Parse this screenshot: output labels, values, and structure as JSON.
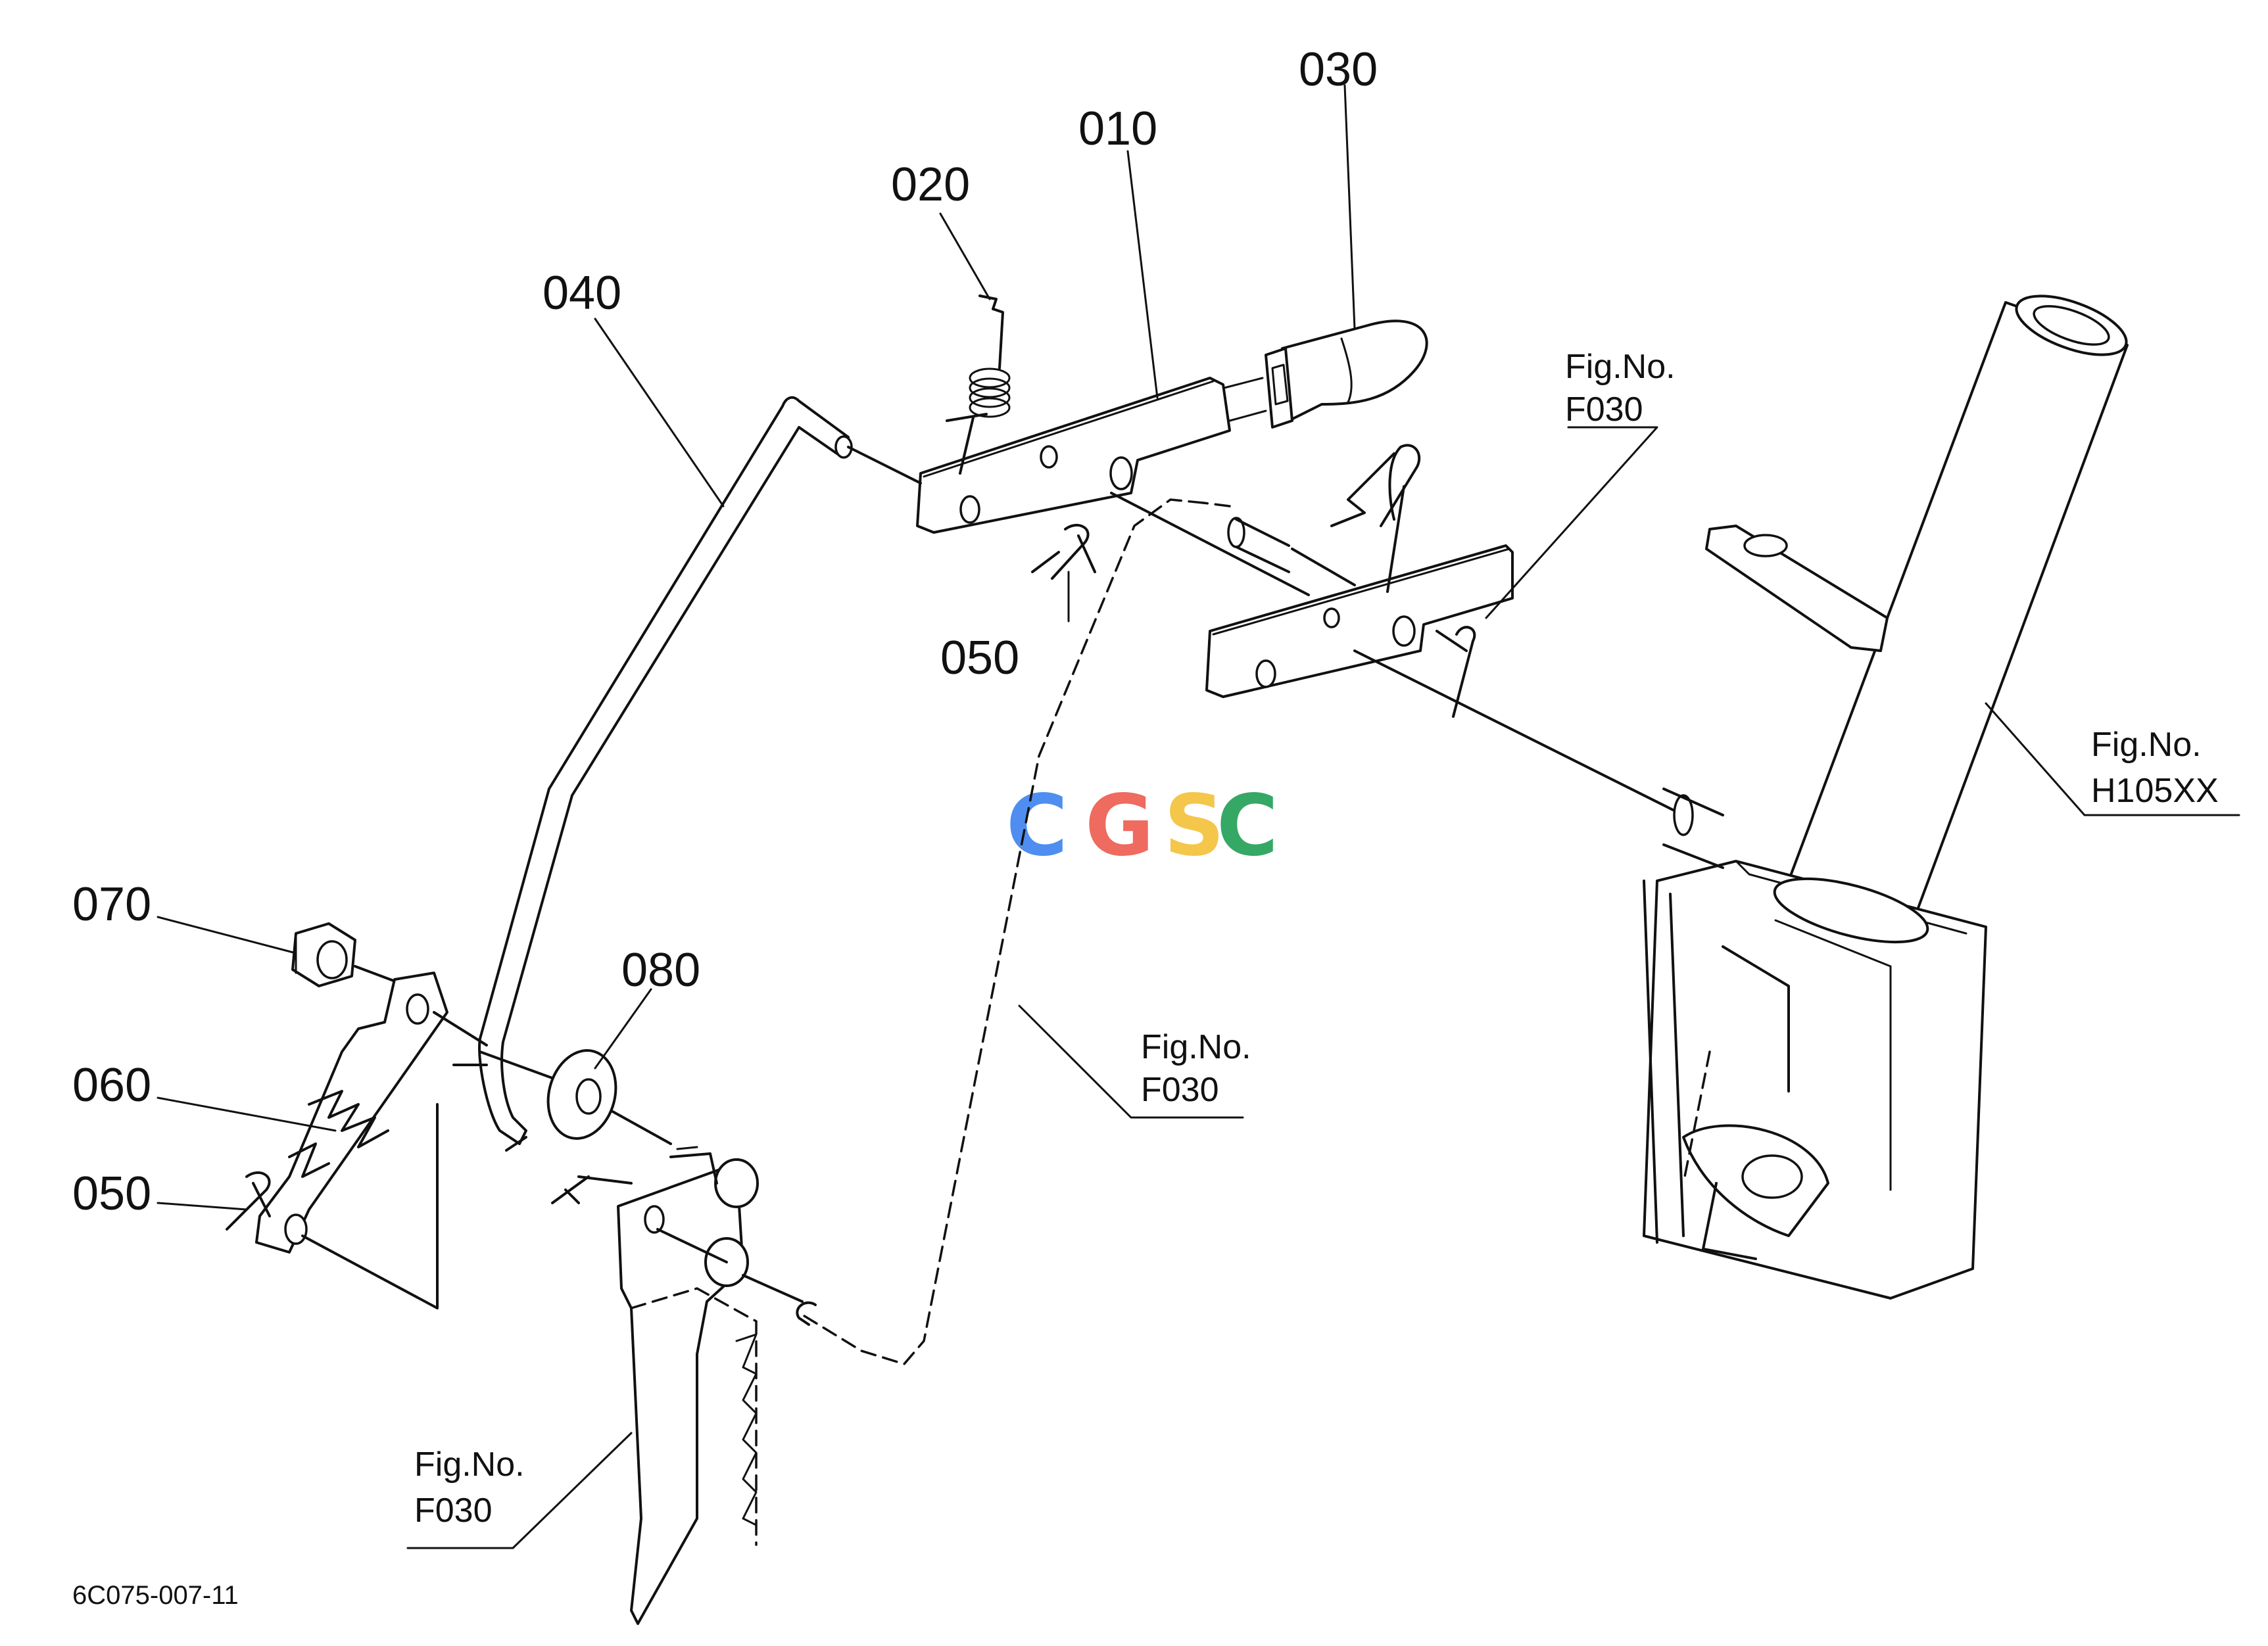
{
  "labels": {
    "p010": "010",
    "p020": "020",
    "p030": "030",
    "p040": "040",
    "p050a": "050",
    "p050b": "050",
    "p060": "060",
    "p070": "070",
    "p080": "080"
  },
  "refs": {
    "fig_text": "Fig.No.",
    "f030_top": "F030",
    "f030_mid": "F030",
    "f030_bottom": "F030",
    "h105xx": "H105XX"
  },
  "drawing_code": "6C075-007-11",
  "watermark": {
    "c1": "C",
    "g": "G",
    "s": "S",
    "c2": "C",
    "colors": [
      "#4f8ef0",
      "#ef6a5f",
      "#f4c64a",
      "#35a866"
    ]
  }
}
